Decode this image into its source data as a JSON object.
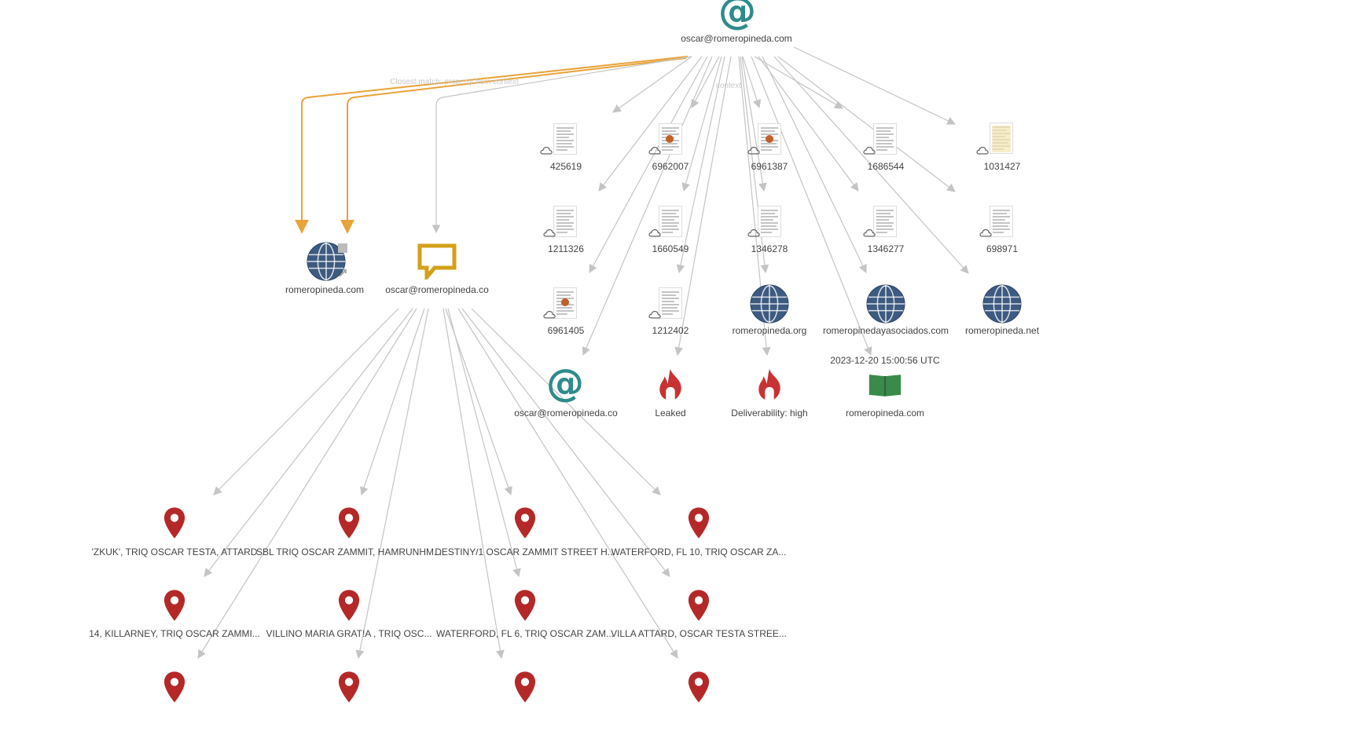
{
  "colors": {
    "edge_gray": "#c4c4c4",
    "edge_orange": "#e8a33a",
    "at_teal": "#2e8b8b",
    "globe_blue": "#3d5a80",
    "chat_gold": "#d4a017",
    "pin_red": "#b42828",
    "flame_red": "#c83232",
    "book_green": "#3a8a4a"
  },
  "root": {
    "label": "oscar@romeropineda.com",
    "icon": "at-icon"
  },
  "edge_labels": {
    "orange_edge": "Closest match: property from context",
    "gray_edge": "context"
  },
  "left_nodes": [
    {
      "id": "n-domain",
      "label": "romeropineda.com",
      "icon": "globe-icon"
    },
    {
      "id": "n-chat",
      "label": "oscar@romeropineda.co",
      "icon": "chat-icon"
    }
  ],
  "documents": [
    {
      "label": "425619",
      "icon": "document-icon"
    },
    {
      "label": "6962007",
      "icon": "document-icon"
    },
    {
      "label": "6961387",
      "icon": "document-icon"
    },
    {
      "label": "1686544",
      "icon": "document-icon"
    },
    {
      "label": "1031427",
      "icon": "document-icon"
    },
    {
      "label": "1211326",
      "icon": "document-icon"
    },
    {
      "label": "1660549",
      "icon": "document-icon"
    },
    {
      "label": "1346278",
      "icon": "document-icon"
    },
    {
      "label": "1346277",
      "icon": "document-icon"
    },
    {
      "label": "698971",
      "icon": "document-icon"
    },
    {
      "label": "6961405",
      "icon": "document-icon"
    },
    {
      "label": "1212402",
      "icon": "document-icon"
    }
  ],
  "domains": [
    {
      "label": "romeropineda.org",
      "icon": "globe-icon"
    },
    {
      "label": "romeropinedayasociados.com",
      "icon": "globe-icon"
    },
    {
      "label": "romeropineda.net",
      "icon": "globe-icon"
    }
  ],
  "bottom_row": [
    {
      "label": "oscar@romeropineda.co",
      "icon": "at-icon"
    },
    {
      "label": "Leaked",
      "icon": "flame-icon"
    },
    {
      "label": "Deliverability: high",
      "icon": "flame-icon"
    },
    {
      "label": "romeropineda.com",
      "icon": "book-icon",
      "timestamp": "2023-12-20 15:00:56 UTC"
    }
  ],
  "addresses": [
    {
      "label": "'ZKUK', TRIQ OSCAR TESTA, ATTARD",
      "icon": "map-pin-icon"
    },
    {
      "label": "SBL TRIQ OSCAR ZAMMIT, HAMRUNHM...",
      "icon": "map-pin-icon"
    },
    {
      "label": "DESTINY/1 OSCAR ZAMMIT STREET H...",
      "icon": "map-pin-icon"
    },
    {
      "label": "WATERFORD, FL 10, TRIQ OSCAR ZA...",
      "icon": "map-pin-icon"
    },
    {
      "label": "14, KILLARNEY, TRIQ OSCAR ZAMMI...",
      "icon": "map-pin-icon"
    },
    {
      "label": "VILLINO MARIA GRAT!A , TRIQ OSC...",
      "icon": "map-pin-icon"
    },
    {
      "label": "WATERFORD, FL 6, TRIQ OSCAR ZAM...",
      "icon": "map-pin-icon"
    },
    {
      "label": "VILLA ATTARD, OSCAR TESTA STREE...",
      "icon": "map-pin-icon"
    }
  ]
}
